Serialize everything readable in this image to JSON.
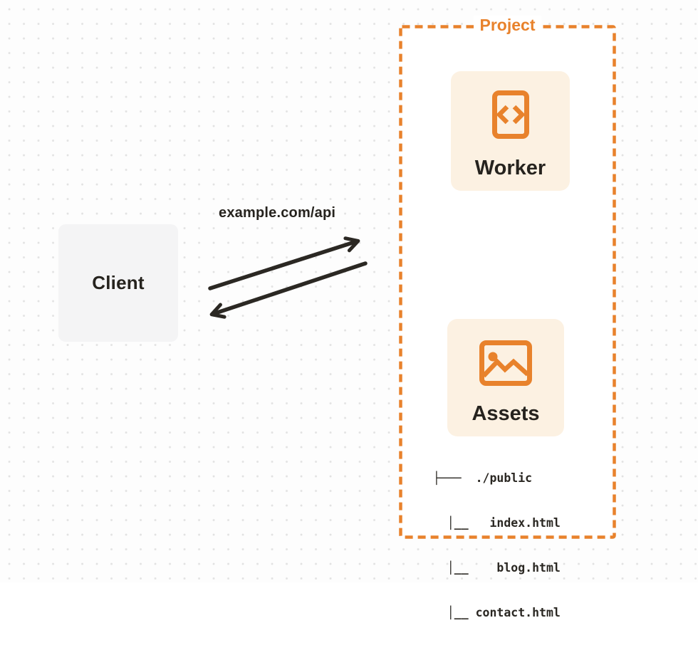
{
  "colors": {
    "accent_orange": "#e8822c",
    "card_background": "#fcf1e2",
    "ink": "#26231e",
    "client_background": "#f4f4f5",
    "page_background": "#fdfdfd",
    "dot_grid": "#e2e2e2"
  },
  "client": {
    "label": "Client"
  },
  "request": {
    "url_label": "example.com/api"
  },
  "project": {
    "label": "Project",
    "nodes": [
      {
        "label": "Worker",
        "icon": "code-icon"
      },
      {
        "label": "Assets",
        "icon": "image-icon"
      }
    ],
    "file_tree": {
      "lines": [
        "├───  ./public",
        "  │__   index.html",
        "  │__    blog.html",
        "  │__ contact.html"
      ]
    }
  }
}
